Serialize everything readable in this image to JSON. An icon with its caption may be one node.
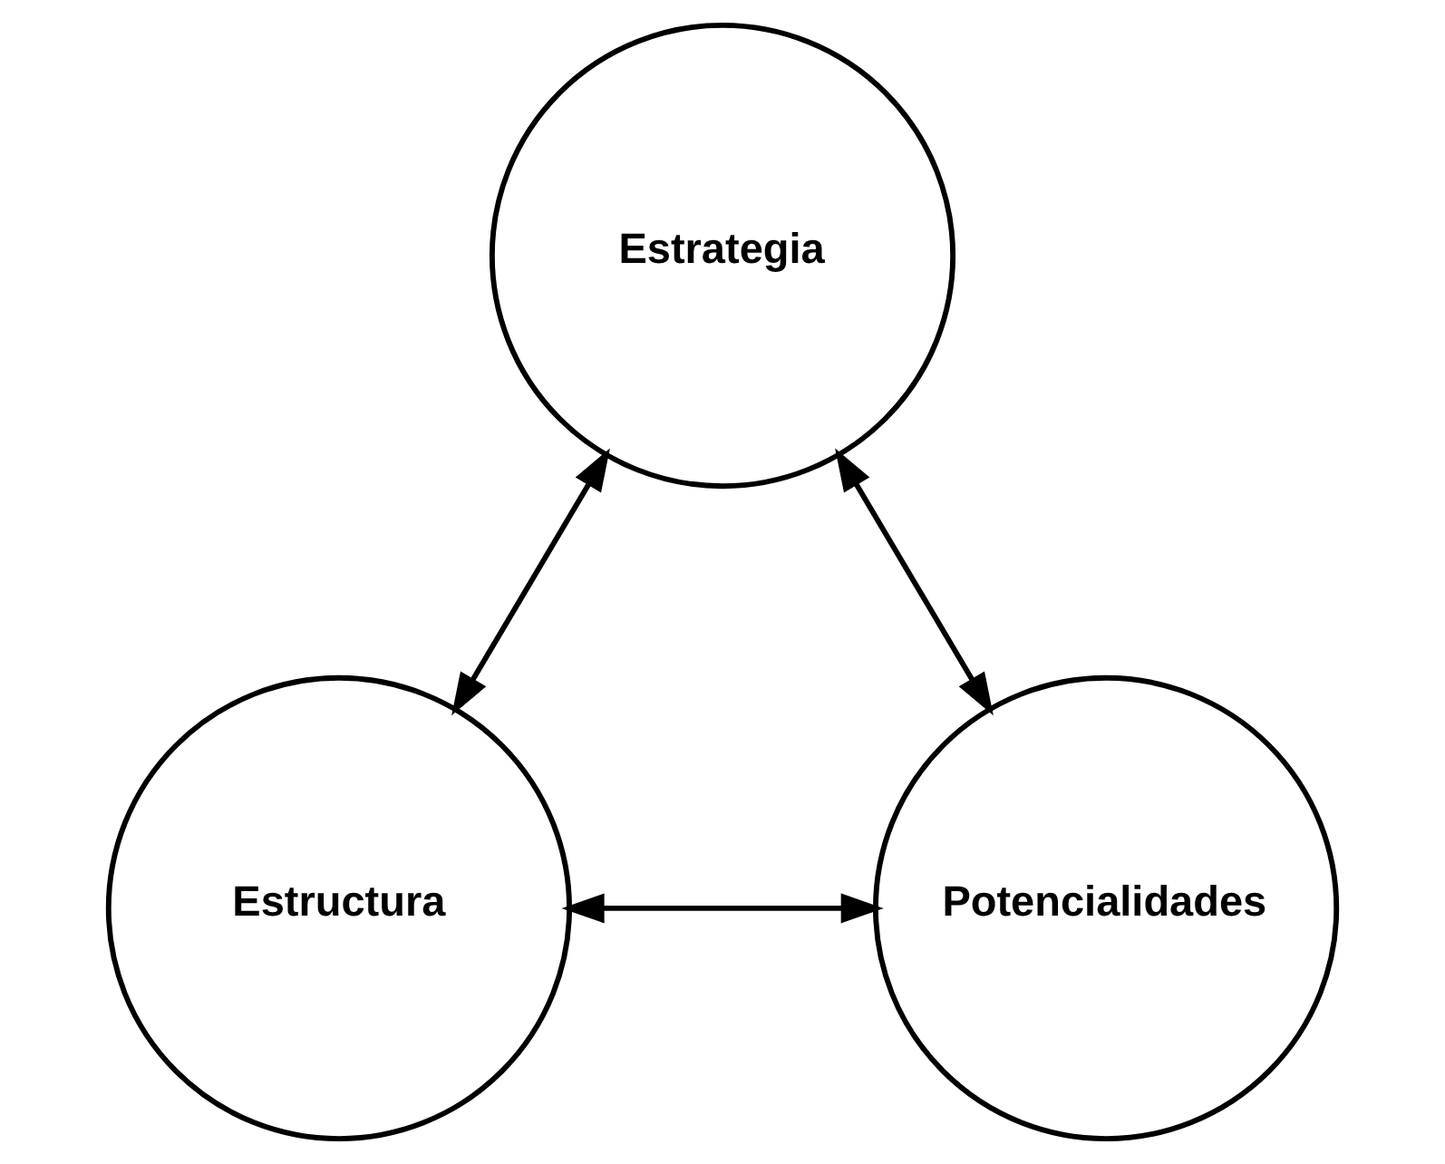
{
  "diagram": {
    "nodes": [
      {
        "text": [
          "Estrategia"
        ]
      },
      {
        "text": [
          "Estructura"
        ]
      },
      {
        "text": [
          "Potencialidades"
        ]
      }
    ],
    "edges": [
      {
        "from": 0,
        "to": 1,
        "arrow": "both"
      },
      {
        "from": 0,
        "to": 2,
        "arrow": "both"
      },
      {
        "from": 1,
        "to": 2,
        "arrow": "both"
      }
    ]
  }
}
